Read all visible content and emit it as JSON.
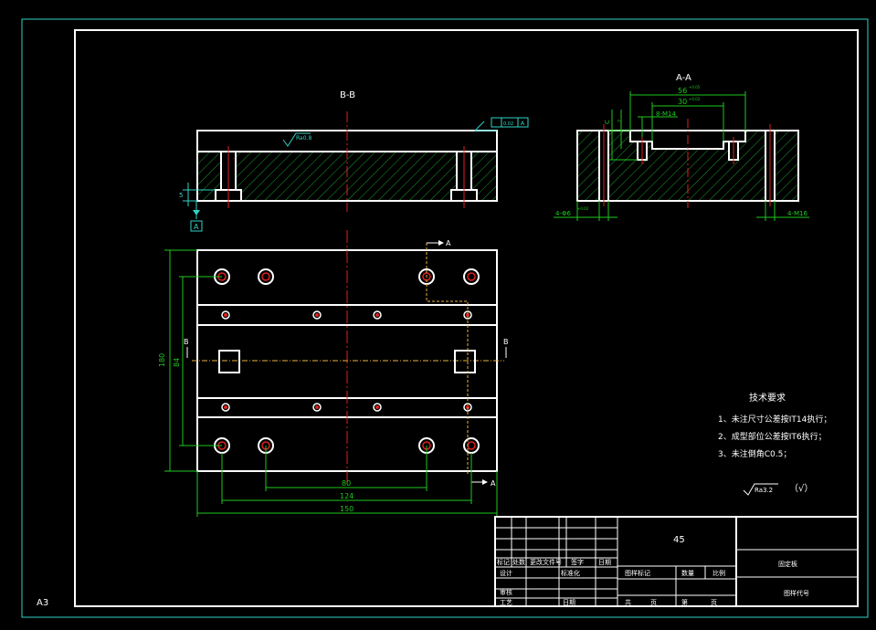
{
  "sheet": {
    "size_label": "A3"
  },
  "views": {
    "front_section_label": "B-B",
    "side_section_label": "A-A",
    "roughness_top": "Ra0.8",
    "flatness_tol": "0.02",
    "datum": "A",
    "section_marker": "A",
    "b_marker": "B",
    "dim_5": "5",
    "dim_180": "180",
    "dim_84": "84",
    "dim_80": "80",
    "dim_124": "124",
    "dim_150": "150",
    "dim_56": "56",
    "dim_56_tol": "+0.05",
    "dim_30": "30",
    "dim_30_tol": "+0.02",
    "dim_8m14": "8-M14",
    "dim_4phi6": "4-Φ6",
    "dim_4phi6_tol": "+0.02",
    "dim_4m16": "4-M16",
    "dim_c": "C",
    "dim_small": "2"
  },
  "tech": {
    "title": "技术要求",
    "items": [
      "1、未注尺寸公差按IT14执行；",
      "2、成型部位公差按IT6执行；",
      "3、未注倒角C0.5；"
    ],
    "roughness": "Ra3.2",
    "roughness_paren": "（√）"
  },
  "title_block": {
    "material": "45",
    "drawing_name": "固定板",
    "drawing_code": "图样代号",
    "hdr_mark": "标记",
    "hdr_count": "处数",
    "hdr_change": "更改文件号",
    "hdr_sign": "签字",
    "hdr_date": "日期",
    "design": "设计",
    "standard": "标准化",
    "stage_mark": "图样标记",
    "weight": "数量",
    "scale": "比例",
    "check": "审核",
    "process": "工艺",
    "date": "日期",
    "total": "共",
    "page_unit": "页",
    "page": "第",
    "page_unit2": "页"
  }
}
